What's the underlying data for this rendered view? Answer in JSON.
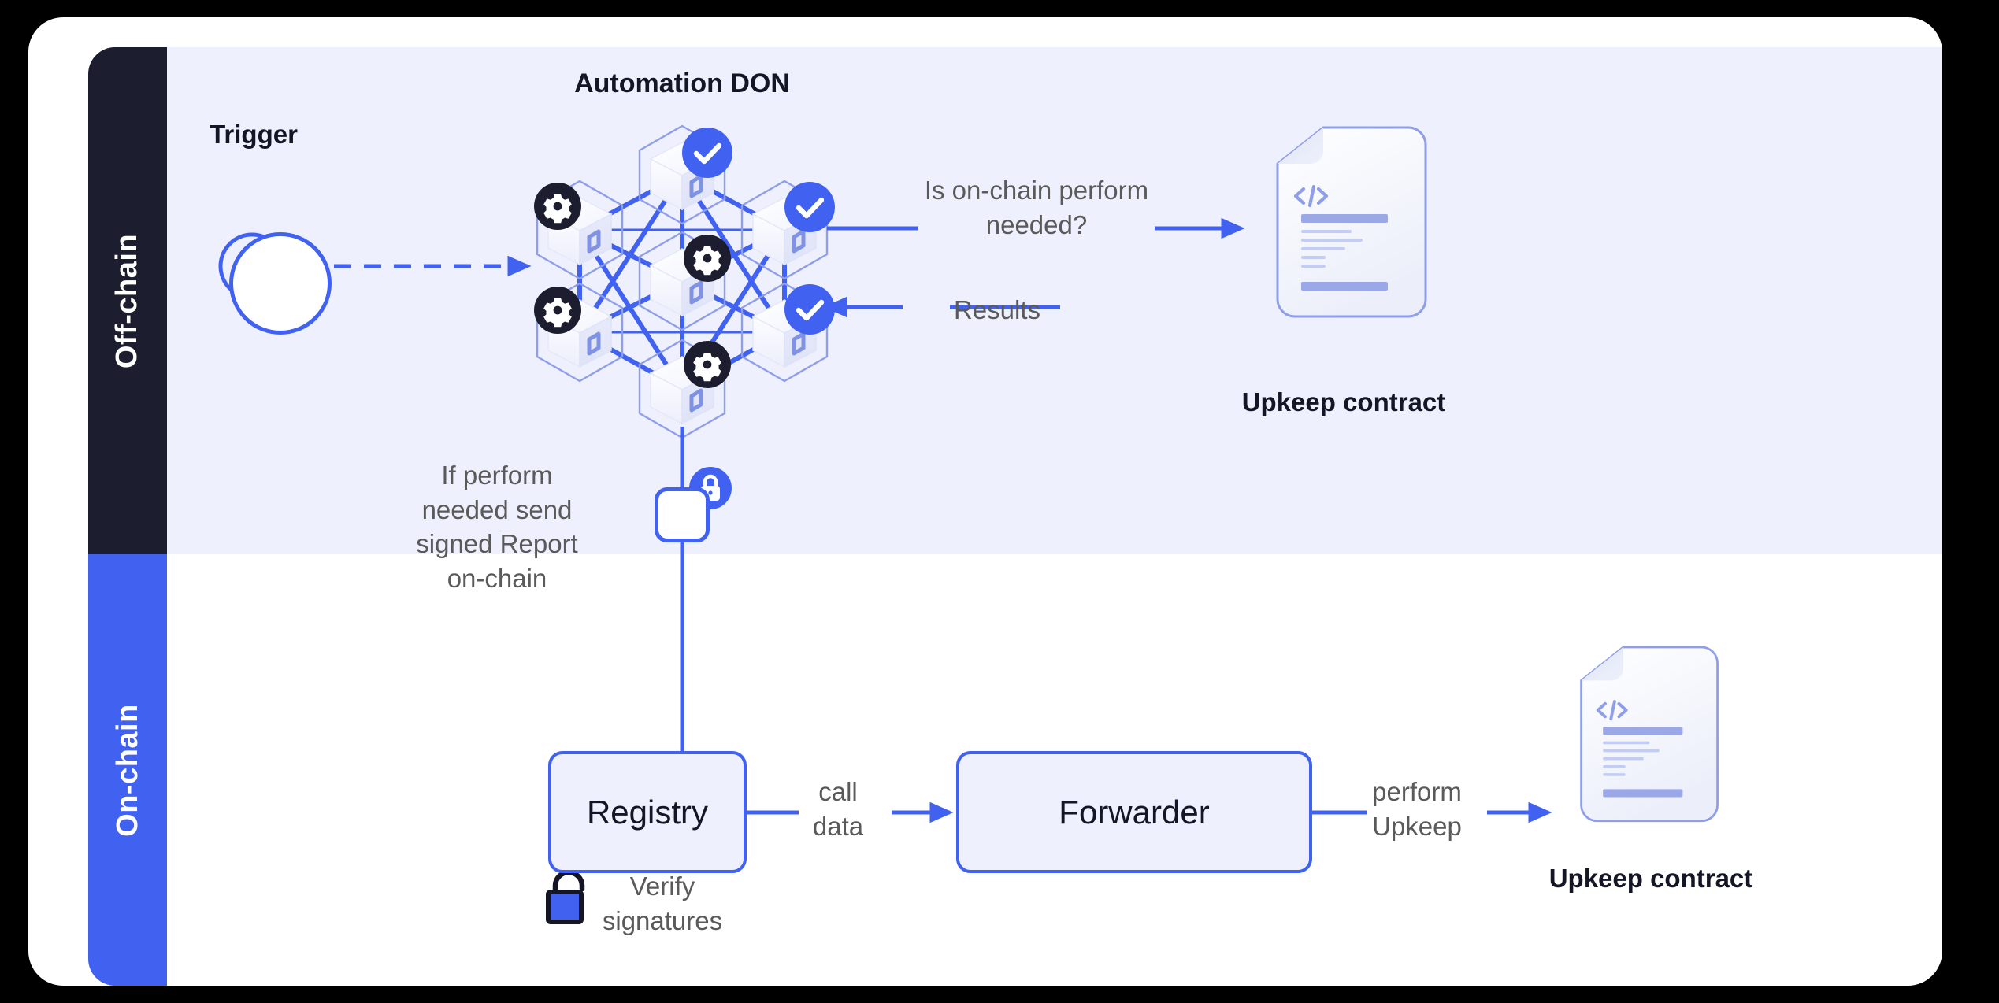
{
  "diagram": {
    "title": "Chainlink Automation architecture",
    "rails": [
      {
        "name": "off-chain",
        "label": "Off-chain",
        "color": "#1c1d2e"
      },
      {
        "name": "on-chain",
        "label": "On-chain",
        "color": "#4162f1"
      }
    ],
    "offchain": {
      "trigger_label": "Trigger",
      "trigger_icon": "clock-icon",
      "don_title": "Automation DON",
      "don_nodes": [
        {
          "id": "n-top",
          "badge": "check-icon"
        },
        {
          "id": "n-upper-left",
          "badge": "gear-icon"
        },
        {
          "id": "n-upper-right",
          "badge": "check-icon"
        },
        {
          "id": "n-center",
          "badge": "gear-icon"
        },
        {
          "id": "n-lower-left",
          "badge": "gear-icon"
        },
        {
          "id": "n-lower-right",
          "badge": "check-icon"
        },
        {
          "id": "n-bottom",
          "badge": "gear-icon"
        }
      ],
      "query_label": "Is on-chain perform\nneeded?",
      "results_label": "Results",
      "contract_label": "Upkeep contract",
      "contract_icon": "code-document-icon",
      "send_report_label": "If perform\nneeded send\nsigned Report\non-chain",
      "report_badge_icon": "lock-icon",
      "report_check_icon": "check-icon"
    },
    "onchain": {
      "registry_label": "Registry",
      "forwarder_label": "Forwarder",
      "calldata_label": "call\ndata",
      "perform_label": "perform\nUpkeep",
      "verify_label": "Verify\nsignatures",
      "verify_icon": "unlock-icon",
      "contract_label": "Upkeep contract",
      "contract_icon": "code-document-icon"
    },
    "colors": {
      "accent_blue": "#4162f1",
      "dark": "#1c1d2e",
      "band_offchain": "#eef0fd",
      "band_onchain": "#ffffff",
      "text_grey": "#5a5a5a",
      "check_green": "#5bc98e",
      "card_bg": "#ffffff",
      "page_bg": "#000000"
    }
  }
}
